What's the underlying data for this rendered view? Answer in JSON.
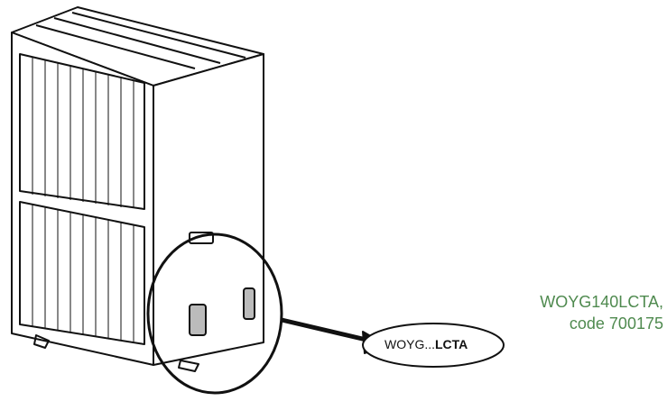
{
  "callout": {
    "prefix": "WOYG...",
    "suffix": "LCTA"
  },
  "caption": {
    "line1": "WOYG140LCTA,",
    "line2": "code 700175",
    "color": "#4f8a4f"
  }
}
